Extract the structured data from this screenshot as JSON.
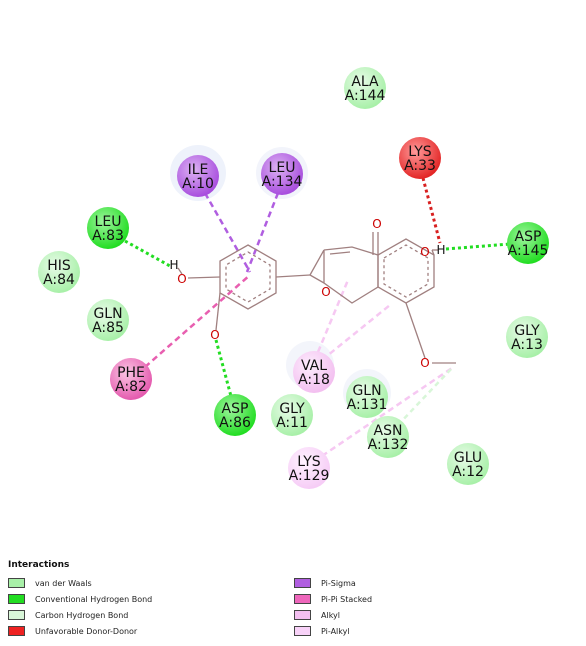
{
  "residues": [
    {
      "id": "ala144",
      "name": "ALA",
      "num": "A:144",
      "type": "vdw"
    },
    {
      "id": "lys33",
      "name": "LYS",
      "num": "A:33",
      "type": "unfavorable"
    },
    {
      "id": "ile10",
      "name": "ILE",
      "num": "A:10",
      "type": "pi-sigma"
    },
    {
      "id": "leu134",
      "name": "LEU",
      "num": "A:134",
      "type": "pi-sigma"
    },
    {
      "id": "leu83",
      "name": "LEU",
      "num": "A:83",
      "type": "hbond"
    },
    {
      "id": "asp145",
      "name": "ASP",
      "num": "A:145",
      "type": "hbond"
    },
    {
      "id": "his84",
      "name": "HIS",
      "num": "A:84",
      "type": "vdw"
    },
    {
      "id": "gln85",
      "name": "GLN",
      "num": "A:85",
      "type": "vdw"
    },
    {
      "id": "gly13",
      "name": "GLY",
      "num": "A:13",
      "type": "vdw"
    },
    {
      "id": "val18",
      "name": "VAL",
      "num": "A:18",
      "type": "alkyl"
    },
    {
      "id": "phe82",
      "name": "PHE",
      "num": "A:82",
      "type": "pi-pi"
    },
    {
      "id": "gln131",
      "name": "GLN",
      "num": "A:131",
      "type": "vdw"
    },
    {
      "id": "asp86",
      "name": "ASP",
      "num": "A:86",
      "type": "hbond"
    },
    {
      "id": "gly11",
      "name": "GLY",
      "num": "A:11",
      "type": "vdw"
    },
    {
      "id": "asn132",
      "name": "ASN",
      "num": "A:132",
      "type": "vdw"
    },
    {
      "id": "lys129",
      "name": "LYS",
      "num": "A:129",
      "type": "pi-alkyl"
    },
    {
      "id": "glu12",
      "name": "GLU",
      "num": "A:12",
      "type": "vdw"
    }
  ],
  "atoms": {
    "oxygen": "O",
    "hydrogen": "H"
  },
  "colors": {
    "vdw": "#a8f0a8",
    "hbond": "#22dd22",
    "carbon-hbond": "#d8f6d8",
    "unfavorable": "#ee2222",
    "pi-sigma": "#b05ee0",
    "pi-pi": "#ee66bb",
    "alkyl": "#f3bff0",
    "pi-alkyl": "#f8d2f8",
    "bond": "#a08080",
    "oxygen": "#cc0000"
  },
  "legend": {
    "title": "Interactions",
    "items": [
      {
        "label": "van der Waals",
        "color": "#a8f0a8"
      },
      {
        "label": "Conventional Hydrogen Bond",
        "color": "#22dd22"
      },
      {
        "label": "Carbon Hydrogen Bond",
        "color": "#d8f6d8"
      },
      {
        "label": "Unfavorable Donor-Donor",
        "color": "#ee2222"
      },
      {
        "label": "Pi-Sigma",
        "color": "#b05ee0"
      },
      {
        "label": "Pi-Pi Stacked",
        "color": "#ee66bb"
      },
      {
        "label": "Alkyl",
        "color": "#f3bff0"
      },
      {
        "label": "Pi-Alkyl",
        "color": "#f8d2f8"
      }
    ]
  }
}
